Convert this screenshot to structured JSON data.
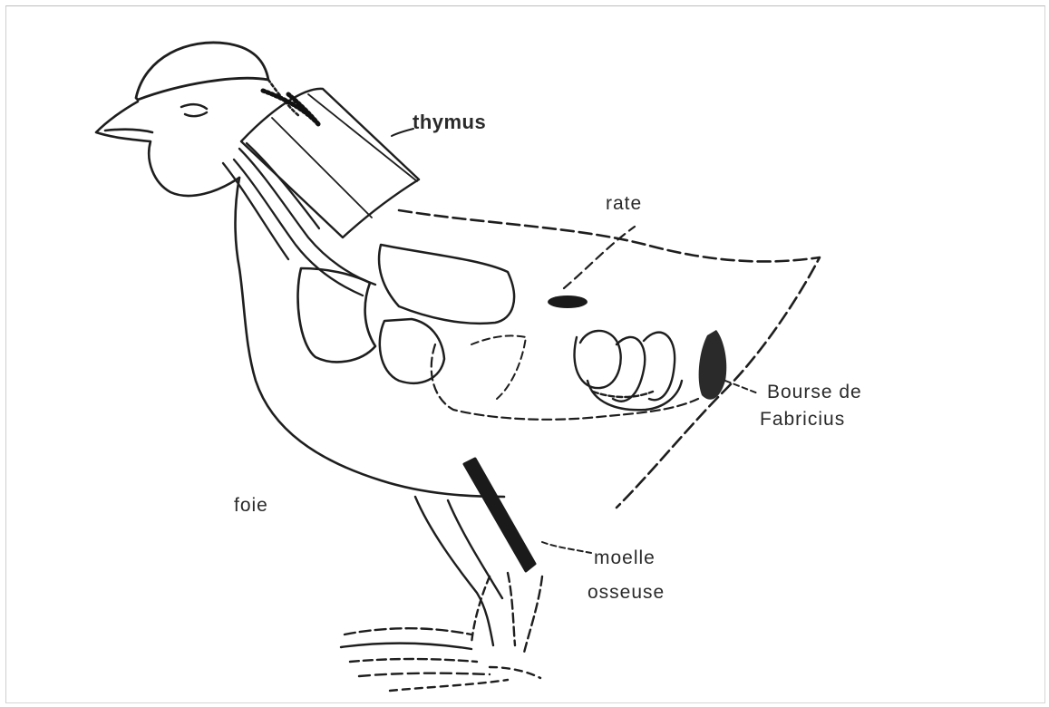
{
  "diagram": {
    "labels": {
      "thymus": "thymus",
      "rate": "rate",
      "bourse_line1": "Bourse de",
      "bourse_line2": "Fabricius",
      "foie": "foie",
      "moelle_line1": "moelle",
      "moelle_line2": "osseuse"
    }
  }
}
